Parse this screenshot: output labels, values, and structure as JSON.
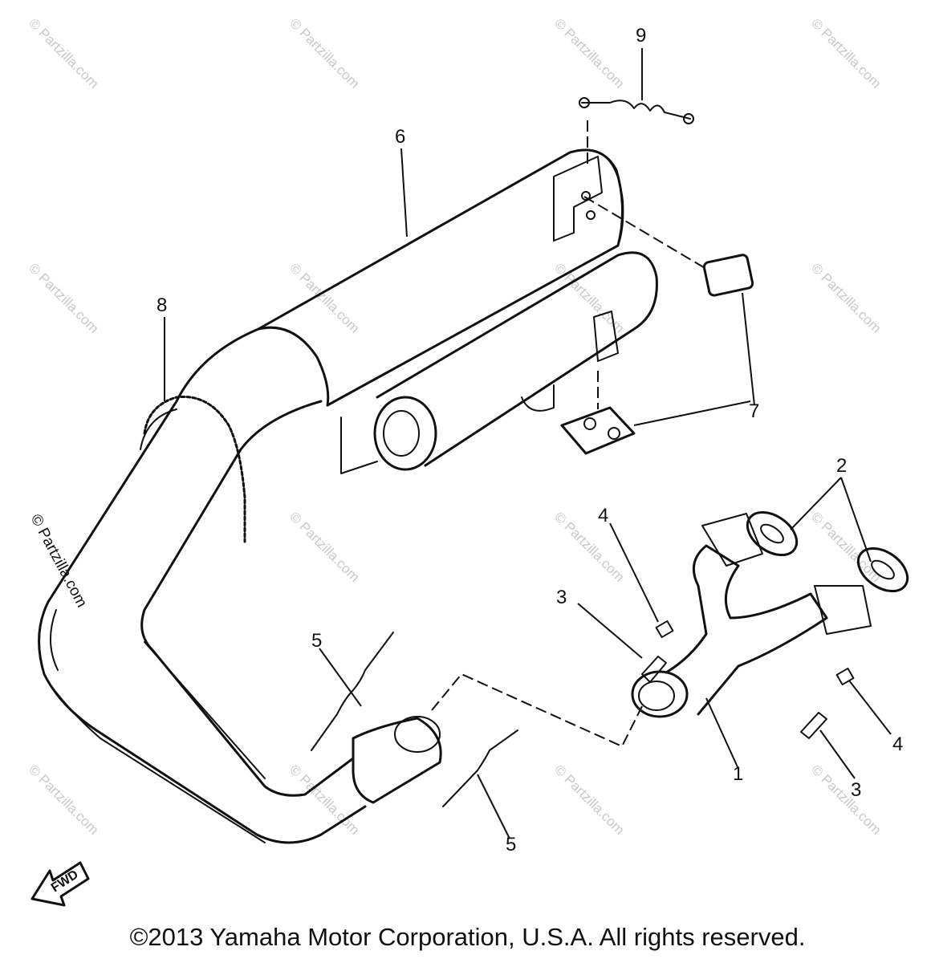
{
  "callouts": {
    "c1": "1",
    "c2": "2",
    "c3a": "3",
    "c3b": "3",
    "c4a": "4",
    "c4b": "4",
    "c5a": "5",
    "c5b": "5",
    "c6": "6",
    "c7": "7",
    "c8": "8",
    "c9": "9"
  },
  "watermark": "© Partzilla.com",
  "fwd_label": "FWD",
  "copyright": "©2013 Yamaha Motor Corporation, U.S.A. All rights reserved."
}
